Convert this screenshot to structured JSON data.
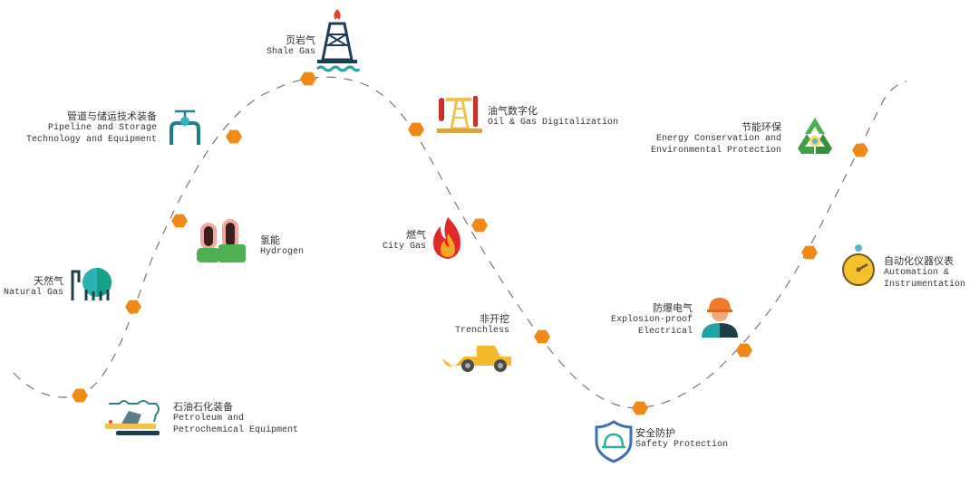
{
  "diagram": {
    "type": "wave-timeline",
    "colors": {
      "node": "#ef8a17",
      "curve": "#777777",
      "text": "#333333"
    },
    "nodes": [
      {
        "id": "petrochemical",
        "zh": "石油石化装备",
        "en1": "Petroleum and",
        "en2": "Petrochemical Equipment",
        "icon": "oil-pump-pipeline-icon"
      },
      {
        "id": "natural-gas",
        "zh": "天然气",
        "en1": "Natural Gas",
        "en2": "",
        "icon": "gas-tank-icon"
      },
      {
        "id": "hydrogen",
        "zh": "氢能",
        "en1": "Hydrogen",
        "en2": "",
        "icon": "hydrogen-cell-icon"
      },
      {
        "id": "pipeline",
        "zh": "管道与储运技术装备",
        "en1": "Pipeline and Storage",
        "en2": "Technology and Equipment",
        "icon": "pipe-valve-icon"
      },
      {
        "id": "shale-gas",
        "zh": "页岩气",
        "en1": "Shale Gas",
        "en2": "",
        "icon": "drilling-rig-icon"
      },
      {
        "id": "digitalization",
        "zh": "油气数字化",
        "en1": "Oil & Gas Digitalization",
        "en2": "",
        "icon": "oil-derrick-icon"
      },
      {
        "id": "city-gas",
        "zh": "燃气",
        "en1": "City Gas",
        "en2": "",
        "icon": "flame-icon"
      },
      {
        "id": "trenchless",
        "zh": "非开挖",
        "en1": "Trenchless",
        "en2": "",
        "icon": "loader-truck-icon"
      },
      {
        "id": "safety",
        "zh": "安全防护",
        "en1": "Safety Protection",
        "en2": "",
        "icon": "shield-helmet-icon"
      },
      {
        "id": "explosion-proof",
        "zh": "防爆电气",
        "en1": "Explosion-proof",
        "en2": "Electrical",
        "icon": "worker-icon"
      },
      {
        "id": "automation",
        "zh": "自动化仪器仪表",
        "en1": "Automation &",
        "en2": "Instrumentation",
        "icon": "stopwatch-icon"
      },
      {
        "id": "energy",
        "zh": "节能环保",
        "en1": "Energy Conservation and",
        "en2": "Environmental Protection",
        "icon": "recycle-icon"
      }
    ]
  }
}
